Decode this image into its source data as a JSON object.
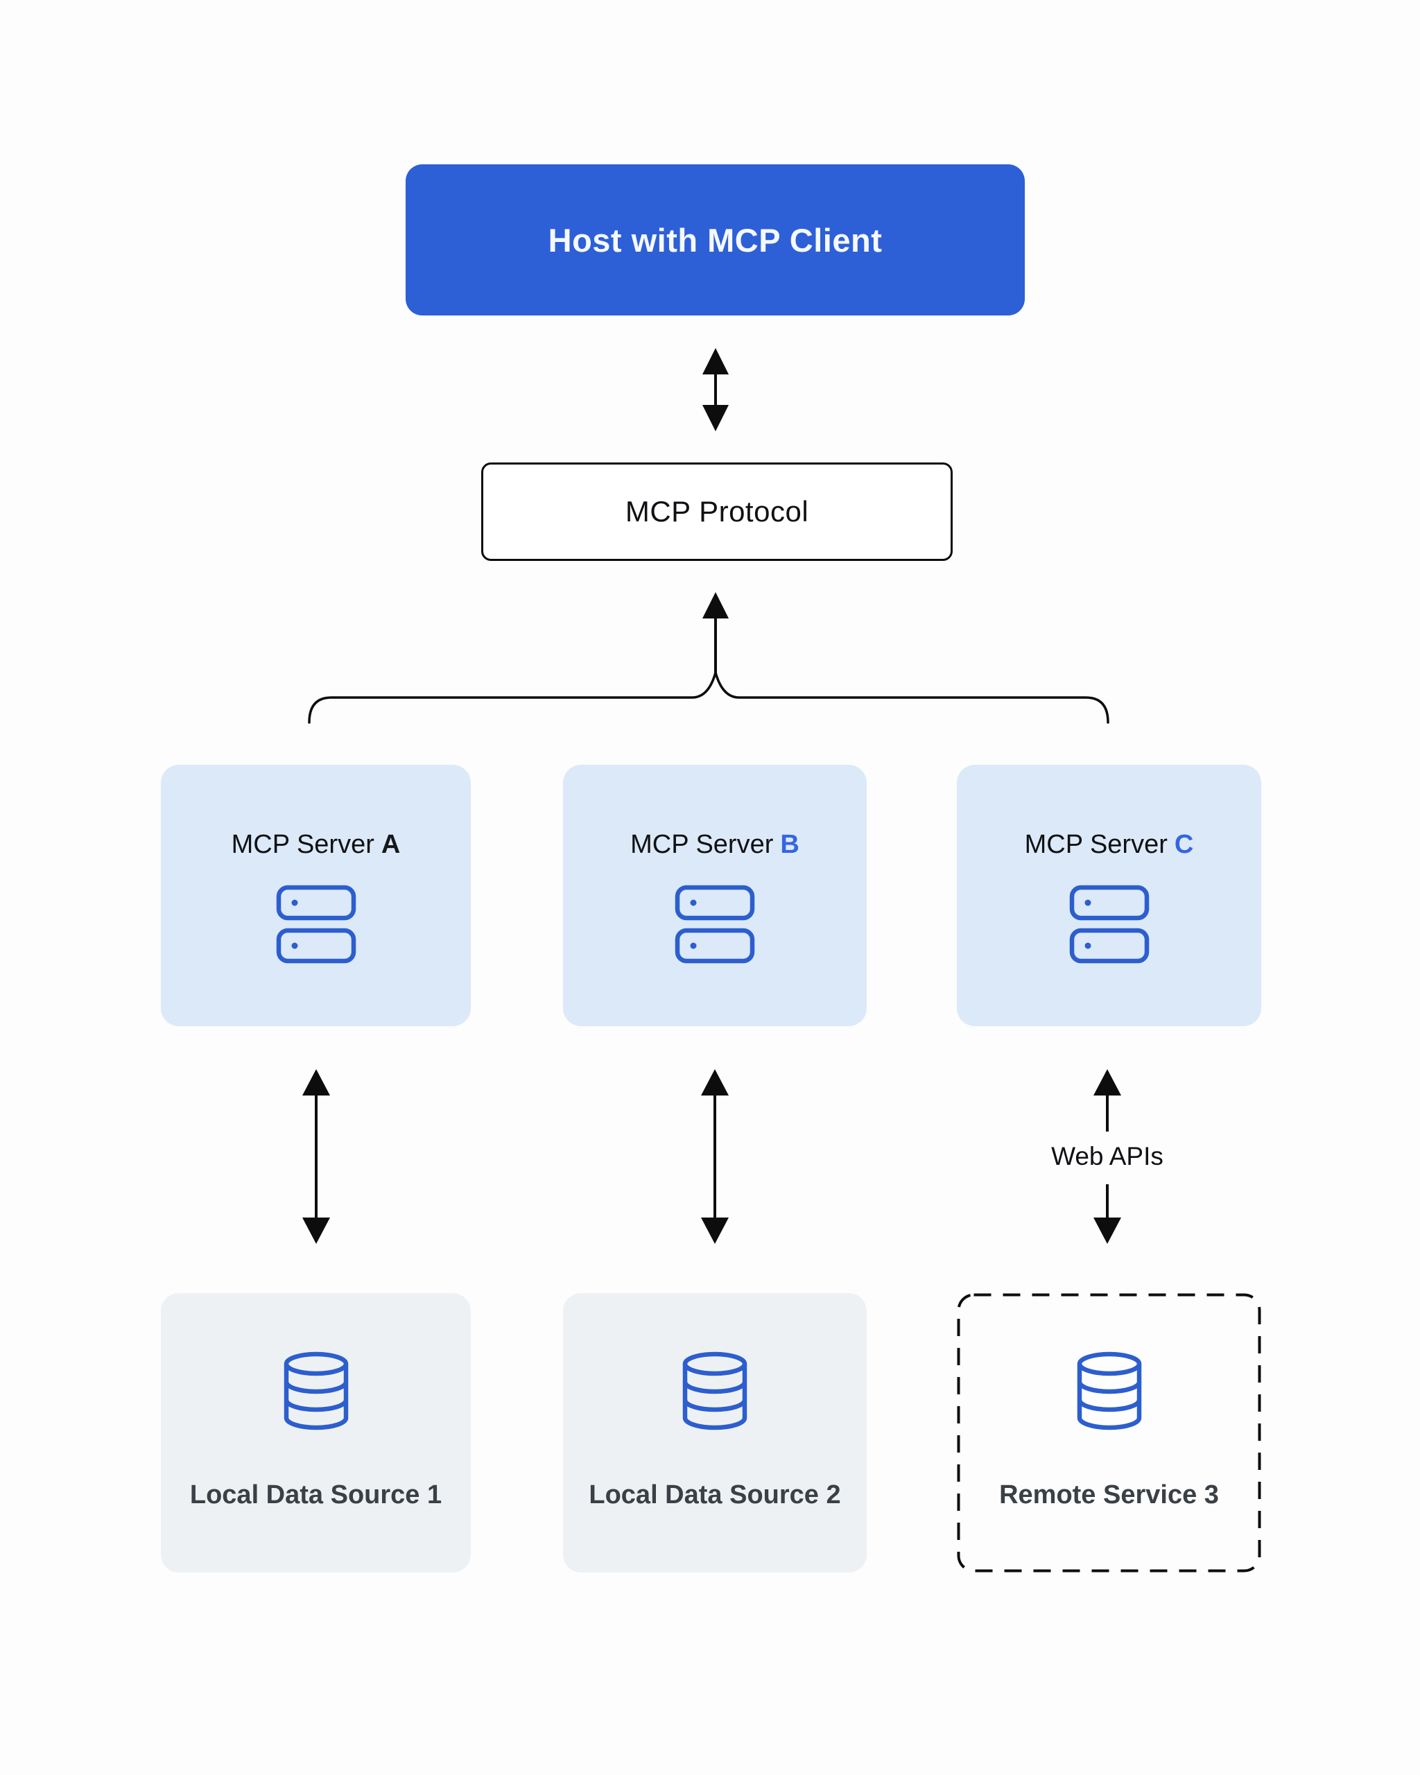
{
  "colors": {
    "page_bg": "#fdfdfd",
    "host_fill": "#2d5fd7",
    "host_text": "#f5f8fd",
    "server_fill": "#dce9f8",
    "source_fill": "#eef1f4",
    "icon_stroke": "#2c5ece",
    "accent_letter": "#3565e2",
    "line": "#0d0d0d",
    "title_text": "#101114",
    "source_text": "#3a4045"
  },
  "host": {
    "label": "Host with MCP Client"
  },
  "protocol": {
    "label": "MCP Protocol"
  },
  "servers": [
    {
      "prefix": "MCP Server",
      "suffix": "A",
      "suffix_color": "#16181c",
      "icon": "server-icon"
    },
    {
      "prefix": "MCP Server",
      "suffix": "B",
      "suffix_color": "#3565e2",
      "icon": "server-icon"
    },
    {
      "prefix": "MCP Server",
      "suffix": "C",
      "suffix_color": "#3565e2",
      "icon": "server-icon"
    }
  ],
  "connections": {
    "host_protocol": "bidirectional-arrow",
    "protocol_servers": "brace-arrow",
    "server_a_source": "bidirectional-arrow",
    "server_b_source": "bidirectional-arrow",
    "server_c_source": "bidirectional-arrow",
    "web_apis_label": "Web APIs"
  },
  "sources": [
    {
      "label": "Local Data Source 1",
      "border": "solid",
      "icon": "database-icon"
    },
    {
      "label": "Local Data Source 2",
      "border": "solid",
      "icon": "database-icon"
    },
    {
      "label": "Remote Service 3",
      "border": "dashed",
      "icon": "database-icon"
    }
  ]
}
